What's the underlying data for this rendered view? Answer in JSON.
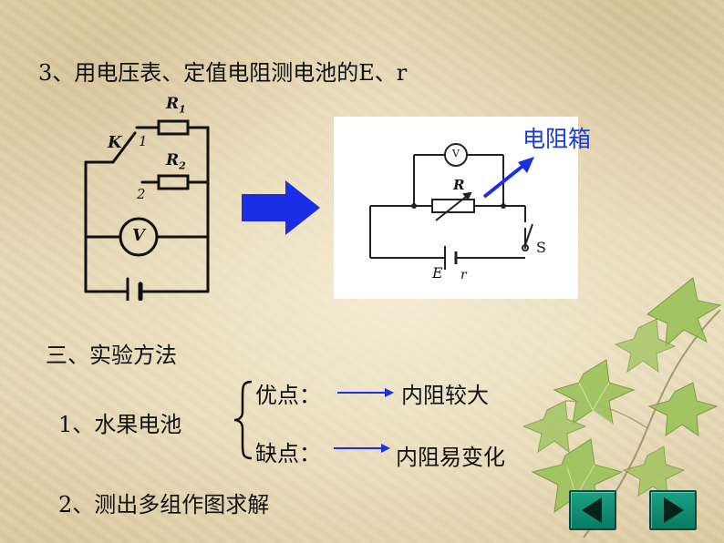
{
  "title": "3、用电压表、定值电阻测电池的E、r",
  "diagram_left": {
    "switch_label": "K",
    "contact_1": "1",
    "contact_2": "2",
    "r1_label": "R",
    "r1_sub": "1",
    "r2_label": "R",
    "r2_sub": "2",
    "meter_label": "V"
  },
  "diagram_right": {
    "annotation": "电阻箱",
    "meter_label": "V",
    "rheostat_label": "R",
    "switch_label": "S",
    "emf_label": "E",
    "internal_label": "r"
  },
  "section_heading": "三、实验方法",
  "item1": {
    "label": "1、水果电池",
    "pro_label": "优点：",
    "pro_value": "内阻较大",
    "con_label": "缺点：",
    "con_value": "内阻易变化"
  },
  "item2": "2、测出多组作图求解",
  "nav": {
    "prev": "previous",
    "next": "next"
  },
  "colors": {
    "arrow": "#1a2ee6",
    "annotation": "#1a3bd8",
    "nav_button": "#0f8f74"
  }
}
